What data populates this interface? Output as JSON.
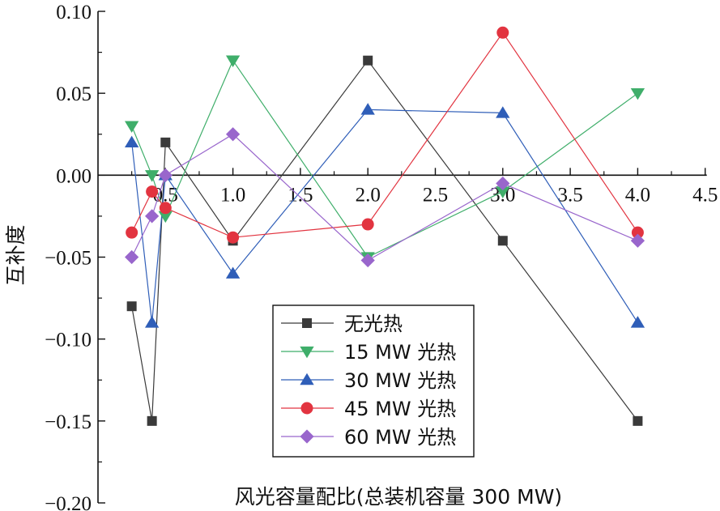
{
  "chart_data": {
    "type": "line",
    "xlabel": "风光容量配比(总装机容量 300 MW)",
    "ylabel": "互补度",
    "xlim": [
      0,
      4.5
    ],
    "ylim": [
      -0.2,
      0.1
    ],
    "xticks": [
      0.5,
      1.0,
      1.5,
      2.0,
      2.5,
      3.0,
      3.5,
      4.0,
      4.5
    ],
    "xtick_labels": [
      "0.5",
      "1.0",
      "1.5",
      "2.0",
      "2.5",
      "3.0",
      "3.5",
      "4.0",
      "4.5"
    ],
    "yticks": [
      0.1,
      0.05,
      0.0,
      -0.05,
      -0.1,
      -0.15,
      -0.2
    ],
    "ytick_labels": [
      "0.10",
      "0.05",
      "0.00",
      "-0.05",
      "-0.10",
      "-0.15",
      "-0.20"
    ],
    "grid": false,
    "legend_position": "bottom-center",
    "series": [
      {
        "name": "无光热",
        "color": "#3a3a3a",
        "marker": "square",
        "x": [
          0.25,
          0.4,
          0.5,
          1.0,
          2.0,
          3.0,
          4.0
        ],
        "y": [
          -0.08,
          -0.15,
          0.02,
          -0.04,
          0.07,
          -0.04,
          -0.15
        ]
      },
      {
        "name": "15 MW 光热",
        "color": "#3fae6a",
        "marker": "triangle-down",
        "x": [
          0.25,
          0.4,
          0.5,
          1.0,
          2.0,
          3.0,
          4.0
        ],
        "y": [
          0.03,
          0.0,
          -0.025,
          0.07,
          -0.05,
          -0.01,
          0.05
        ]
      },
      {
        "name": "30 MW 光热",
        "color": "#2f5eb8",
        "marker": "triangle-up",
        "x": [
          0.25,
          0.4,
          0.5,
          1.0,
          2.0,
          3.0,
          4.0
        ],
        "y": [
          0.02,
          -0.09,
          0.0,
          -0.06,
          0.04,
          0.038,
          -0.09
        ]
      },
      {
        "name": "45 MW 光热",
        "color": "#e23440",
        "marker": "circle",
        "x": [
          0.25,
          0.4,
          0.5,
          1.0,
          2.0,
          3.0,
          4.0
        ],
        "y": [
          -0.035,
          -0.01,
          -0.02,
          -0.038,
          -0.03,
          0.087,
          -0.035
        ]
      },
      {
        "name": "60 MW 光热",
        "color": "#9966cc",
        "marker": "diamond",
        "x": [
          0.25,
          0.4,
          0.5,
          1.0,
          2.0,
          3.0,
          4.0
        ],
        "y": [
          -0.05,
          -0.025,
          0.0,
          0.025,
          -0.052,
          -0.005,
          -0.04
        ]
      }
    ]
  }
}
